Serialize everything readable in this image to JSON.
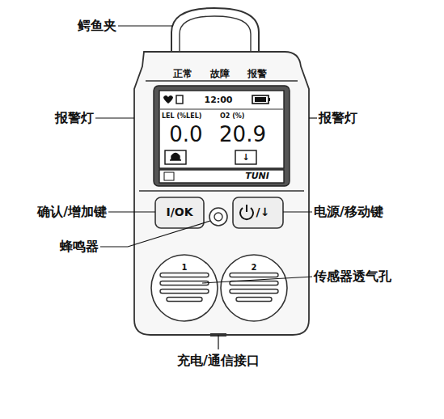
{
  "diagram": {
    "labels": [
      "鳄鱼夹",
      "正常",
      "故障",
      "报警",
      "报警灯",
      "报警灯",
      "12:00",
      "LEL (%LEL)",
      "O2 (%)",
      "0.0",
      "20.9",
      "↓",
      "TUNI",
      "确认/增加键",
      "I/OK",
      "电源/移动键",
      "/↓",
      "蜂鸣器",
      "1",
      "2",
      "传感器透气孔",
      "充电/通信接口"
    ]
  }
}
